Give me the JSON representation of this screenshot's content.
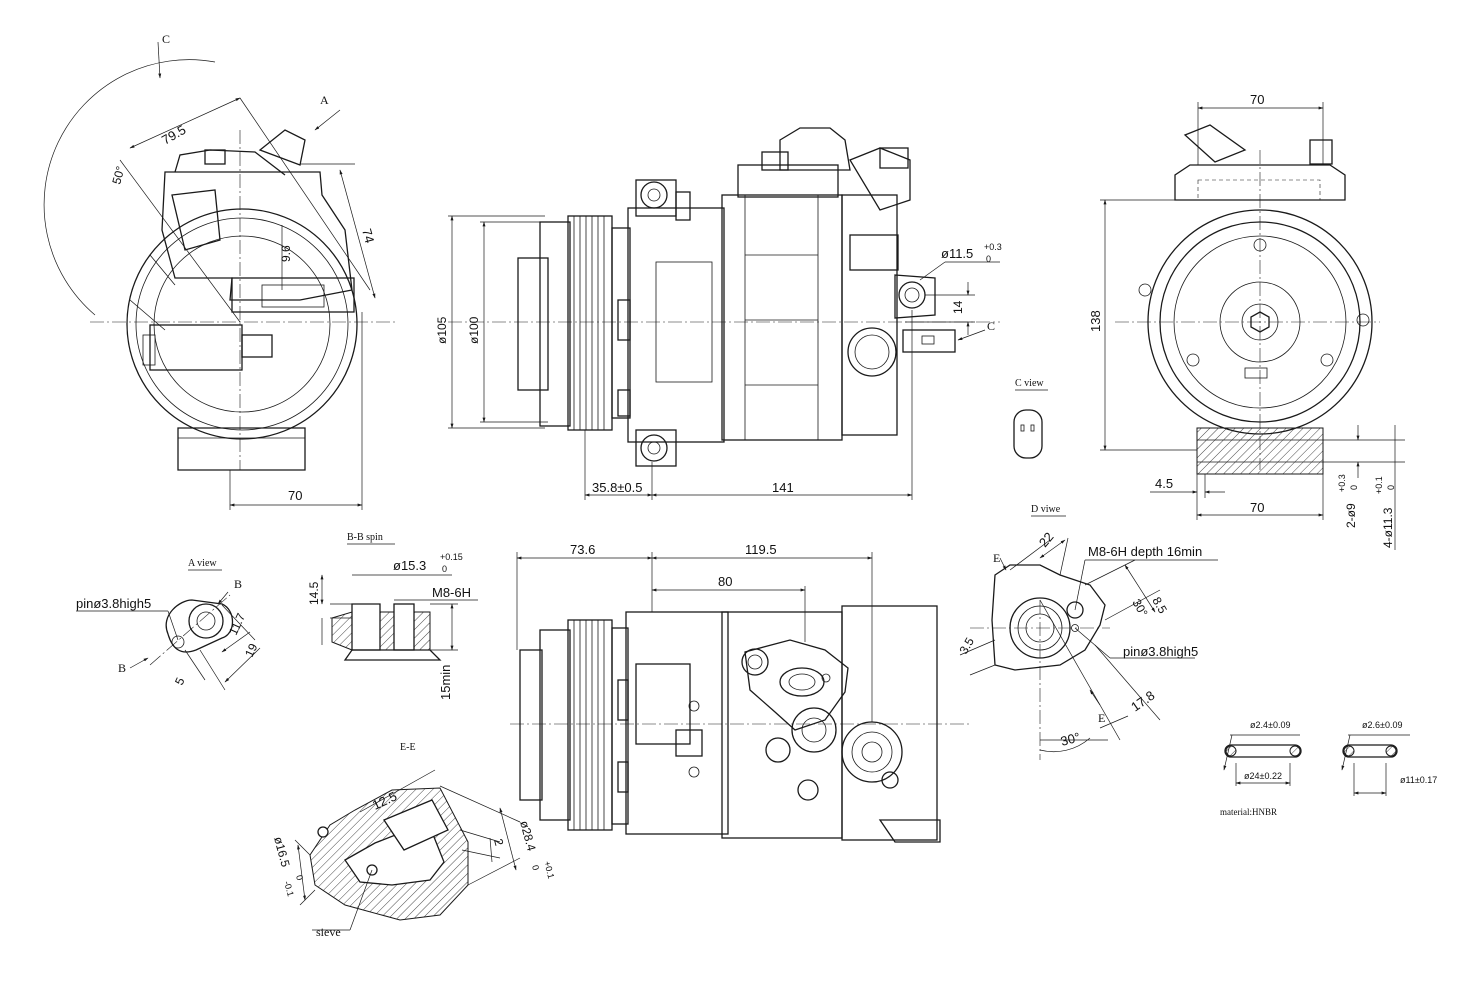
{
  "views": {
    "a_view": "A view",
    "bb_spin": "B-B spin",
    "c_view": "C view",
    "d_view": "D viwe",
    "ee": "E-E"
  },
  "left_view": {
    "marker_c": "C",
    "marker_a": "A",
    "d_79_5": "79.5",
    "d_50deg": "50°",
    "d_74": "74",
    "d_9_6": "9.6",
    "d_70": "70"
  },
  "front_view": {
    "d_105": "ø105",
    "d_100": "ø100",
    "d_11_5": "ø11.5",
    "tol_11_5_upper": "+0.3",
    "tol_11_5_lower": "0",
    "d_14": "14",
    "marker_c": "C",
    "d_35_8": "35.8±0.5",
    "d_141": "141"
  },
  "right_view": {
    "d_70_top": "70",
    "d_138": "138",
    "d_4_5": "4.5",
    "d_70_bottom": "70",
    "d_2_9": "2-ø9",
    "tol_2_9_upper": "+0.3",
    "tol_2_9_lower": "0",
    "d_4_11_3": "4-ø11.3",
    "tol_4_11_3_upper": "+0.1",
    "tol_4_11_3_lower": "0"
  },
  "a_view": {
    "pin": "pinø3.8high5",
    "marker_b1": "B",
    "marker_b2": "B",
    "d_11_7": "11.7",
    "d_19": "19",
    "d_5": "5"
  },
  "bb": {
    "d_15_3": "ø15.3",
    "tol_upper": "+0.15",
    "tol_lower": "0",
    "d_14_5": "14.5",
    "thread": "M8-6H",
    "d_15min": "15min"
  },
  "bottom_view": {
    "d_73_6": "73.6",
    "d_119_5": "119.5",
    "d_80": "80"
  },
  "d_view": {
    "marker_e1": "E",
    "marker_e2": "E",
    "d_22": "22",
    "thread": "M8-6H depth 16min",
    "d_30a": "30°",
    "d_8_5": "8.5",
    "d_3_5": "3.5",
    "pin": "pinø3.8high5",
    "d_17_8": "17.8",
    "d_30b": "30°"
  },
  "ee": {
    "d_12_5": "12.5",
    "d_16_5": "ø16.5",
    "tol_16_5_upper": "0",
    "tol_16_5_lower": "-0.1",
    "d_2": "2",
    "d_28_4": "ø28.4",
    "tol_28_4_upper": "+0.1",
    "tol_28_4_lower": "0",
    "sieve": "sieve"
  },
  "orings": {
    "ring1_section": "ø2.4±0.09",
    "ring1_inner": "ø24±0.22",
    "ring2_section": "ø2.6±0.09",
    "ring2_inner": "ø11±0.17",
    "material": "material:HNBR"
  }
}
